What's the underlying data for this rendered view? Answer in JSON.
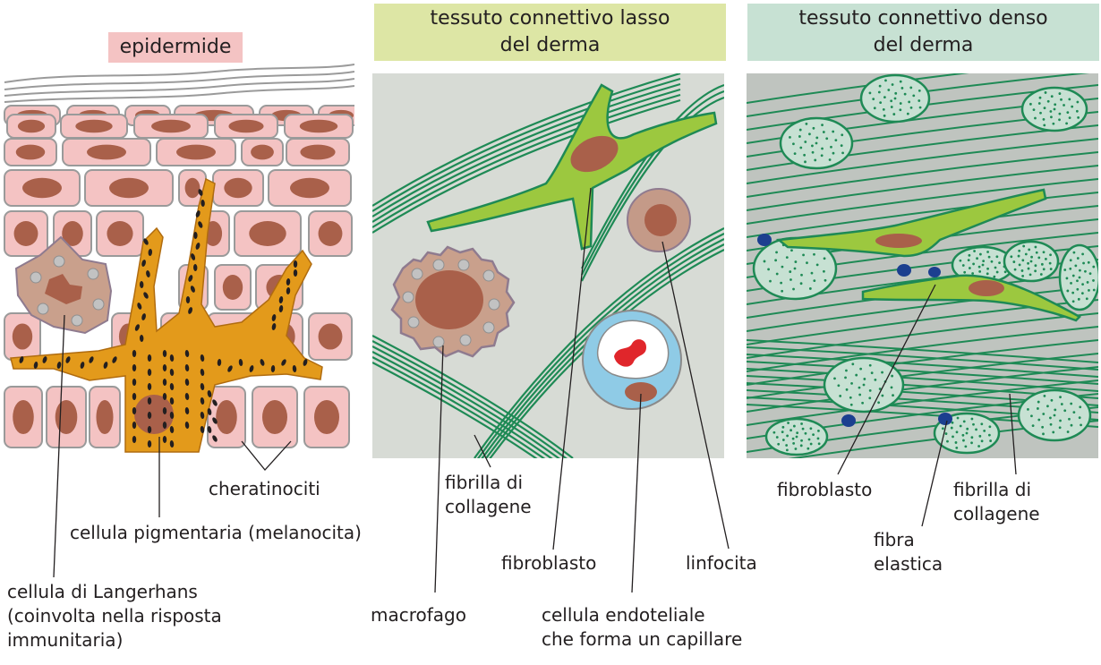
{
  "headers": {
    "epidermis": "epidermide",
    "loose": "tessuto connettivo lasso\ndel derma",
    "dense": "tessuto connettivo denso\ndel derma"
  },
  "labels": {
    "keratinocytes": "cheratinociti",
    "melanocyte": "cellula pigmentaria (melanocita)",
    "langerhans": "cellula di Langerhans\n(coinvolta nella risposta\nimmunitaria)",
    "collagen_fibril_loose": "fibrilla di\ncollagene",
    "fibroblast_loose": "fibroblasto",
    "lymphocyte": "linfocita",
    "macrophage": "macrofago",
    "endothelial": "cellula endoteliale\nche forma un capillare",
    "fibroblast_dense": "fibroblasto",
    "collagen_fibril_dense": "fibrilla di\ncollagene",
    "elastic_fiber": "fibra\nelastica"
  },
  "colors": {
    "keratinocyte": "#f4c3c3",
    "nucleus": "#a9604a",
    "melanocyte": "#e39a1b",
    "langerhans": "#c9a08c",
    "collagen": "#1e8a55",
    "fibroblast": "#9cc83f",
    "loose_bg": "#d7dbd5",
    "dense_bg": "#bfc4bf",
    "lymphocyte": "#c49a88",
    "capillary": "#8fcbe6",
    "red_cell": "#e0262b",
    "elastic": "#1c3f8f",
    "header_pink": "#f4c3c3",
    "header_yellow": "#dde6a5",
    "header_green": "#c7e1d3"
  }
}
